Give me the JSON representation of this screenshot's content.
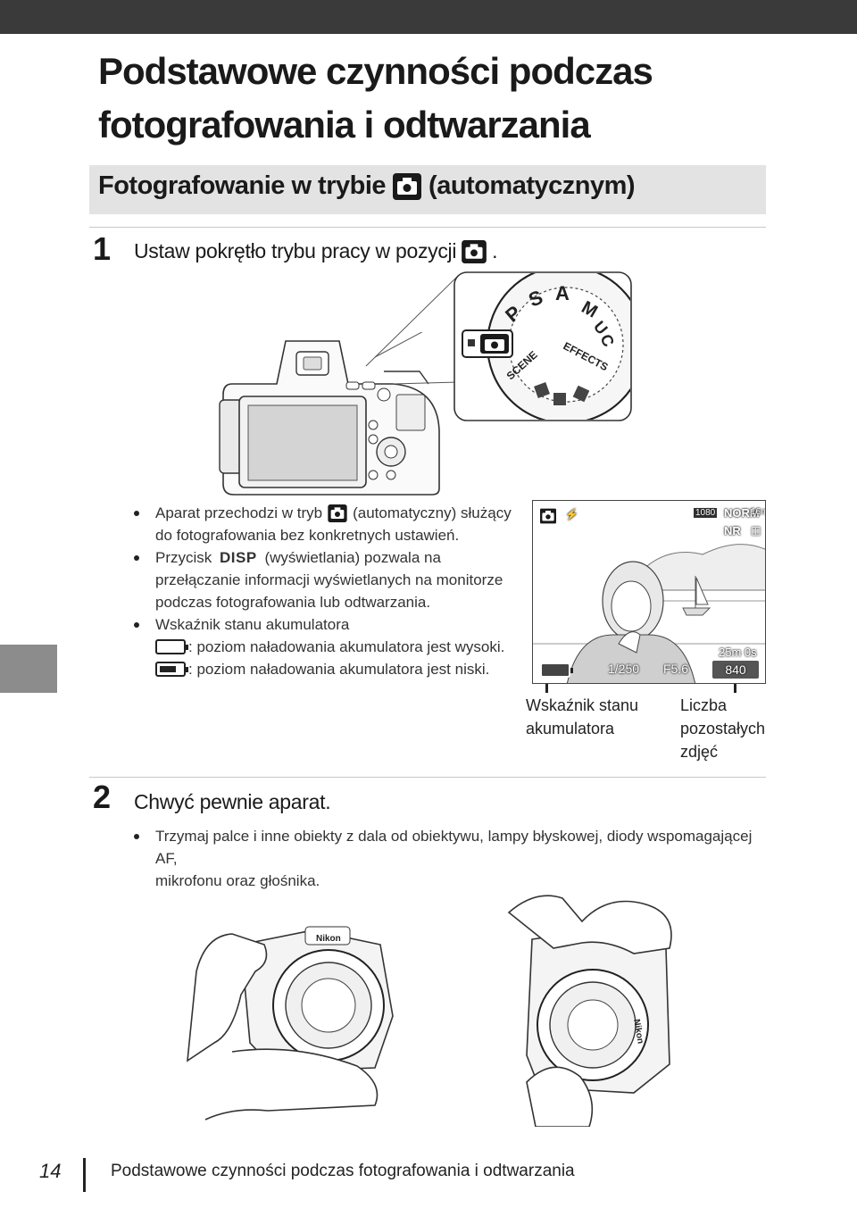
{
  "page_title_line1": "Podstawowe czynności podczas",
  "page_title_line2": "fotografowania i odtwarzania",
  "section_title_pre": "Fotografowanie w trybie",
  "section_title_post": "(automatycznym)",
  "step1": {
    "number": "1",
    "text": "Ustaw pokrętło trybu pracy w pozycji",
    "suffix": "."
  },
  "dial_labels": {
    "p": "P",
    "s": "S",
    "a": "A",
    "m": "M",
    "u": "U",
    "c": "C",
    "scene": "SCENE",
    "effects": "EFFECTS"
  },
  "bullets": {
    "b1_pre": "Aparat przechodzi w tryb",
    "b1_post": "(automatyczny) służący",
    "b1_line2": "do fotografowania bez konkretnych ustawień.",
    "b2_pre": "Przycisk",
    "b2_disp": "DISP",
    "b2_post": "(wyświetlania) pozwala na",
    "b2_line2": "przełączanie informacji wyświetlanych na monitorze",
    "b2_line3": "podczas fotografowania lub odtwarzania.",
    "b3": "Wskaźnik stanu akumulatora",
    "b3_high": ": poziom naładowania akumulatora jest wysoki.",
    "b3_low": ": poziom naładowania akumulatora jest niski."
  },
  "monitor": {
    "shutter": "1/250",
    "aperture": "F5.6",
    "shots_remaining": "840",
    "time_remaining": "25m 0s",
    "image_size": "1080",
    "quality": "NORM",
    "size_badge": "16m",
    "nr": "NR"
  },
  "callouts": {
    "battery_line1": "Wskaźnik stanu",
    "battery_line2": "akumulatora",
    "count_line1": "Liczba",
    "count_line2": "pozostałych",
    "count_line3": "zdjęć"
  },
  "step2": {
    "number": "2",
    "text": "Chwyć pewnie aparat.",
    "bullet_line1": "Trzymaj palce i inne obiekty z dala od obiektywu, lampy błyskowej, diody wspomagającej AF,",
    "bullet_line2": "mikrofonu oraz głośnika."
  },
  "camera_brand": "Nikon",
  "footer": {
    "page_number": "14",
    "text": "Podstawowe czynności podczas fotografowania i odtwarzania"
  }
}
